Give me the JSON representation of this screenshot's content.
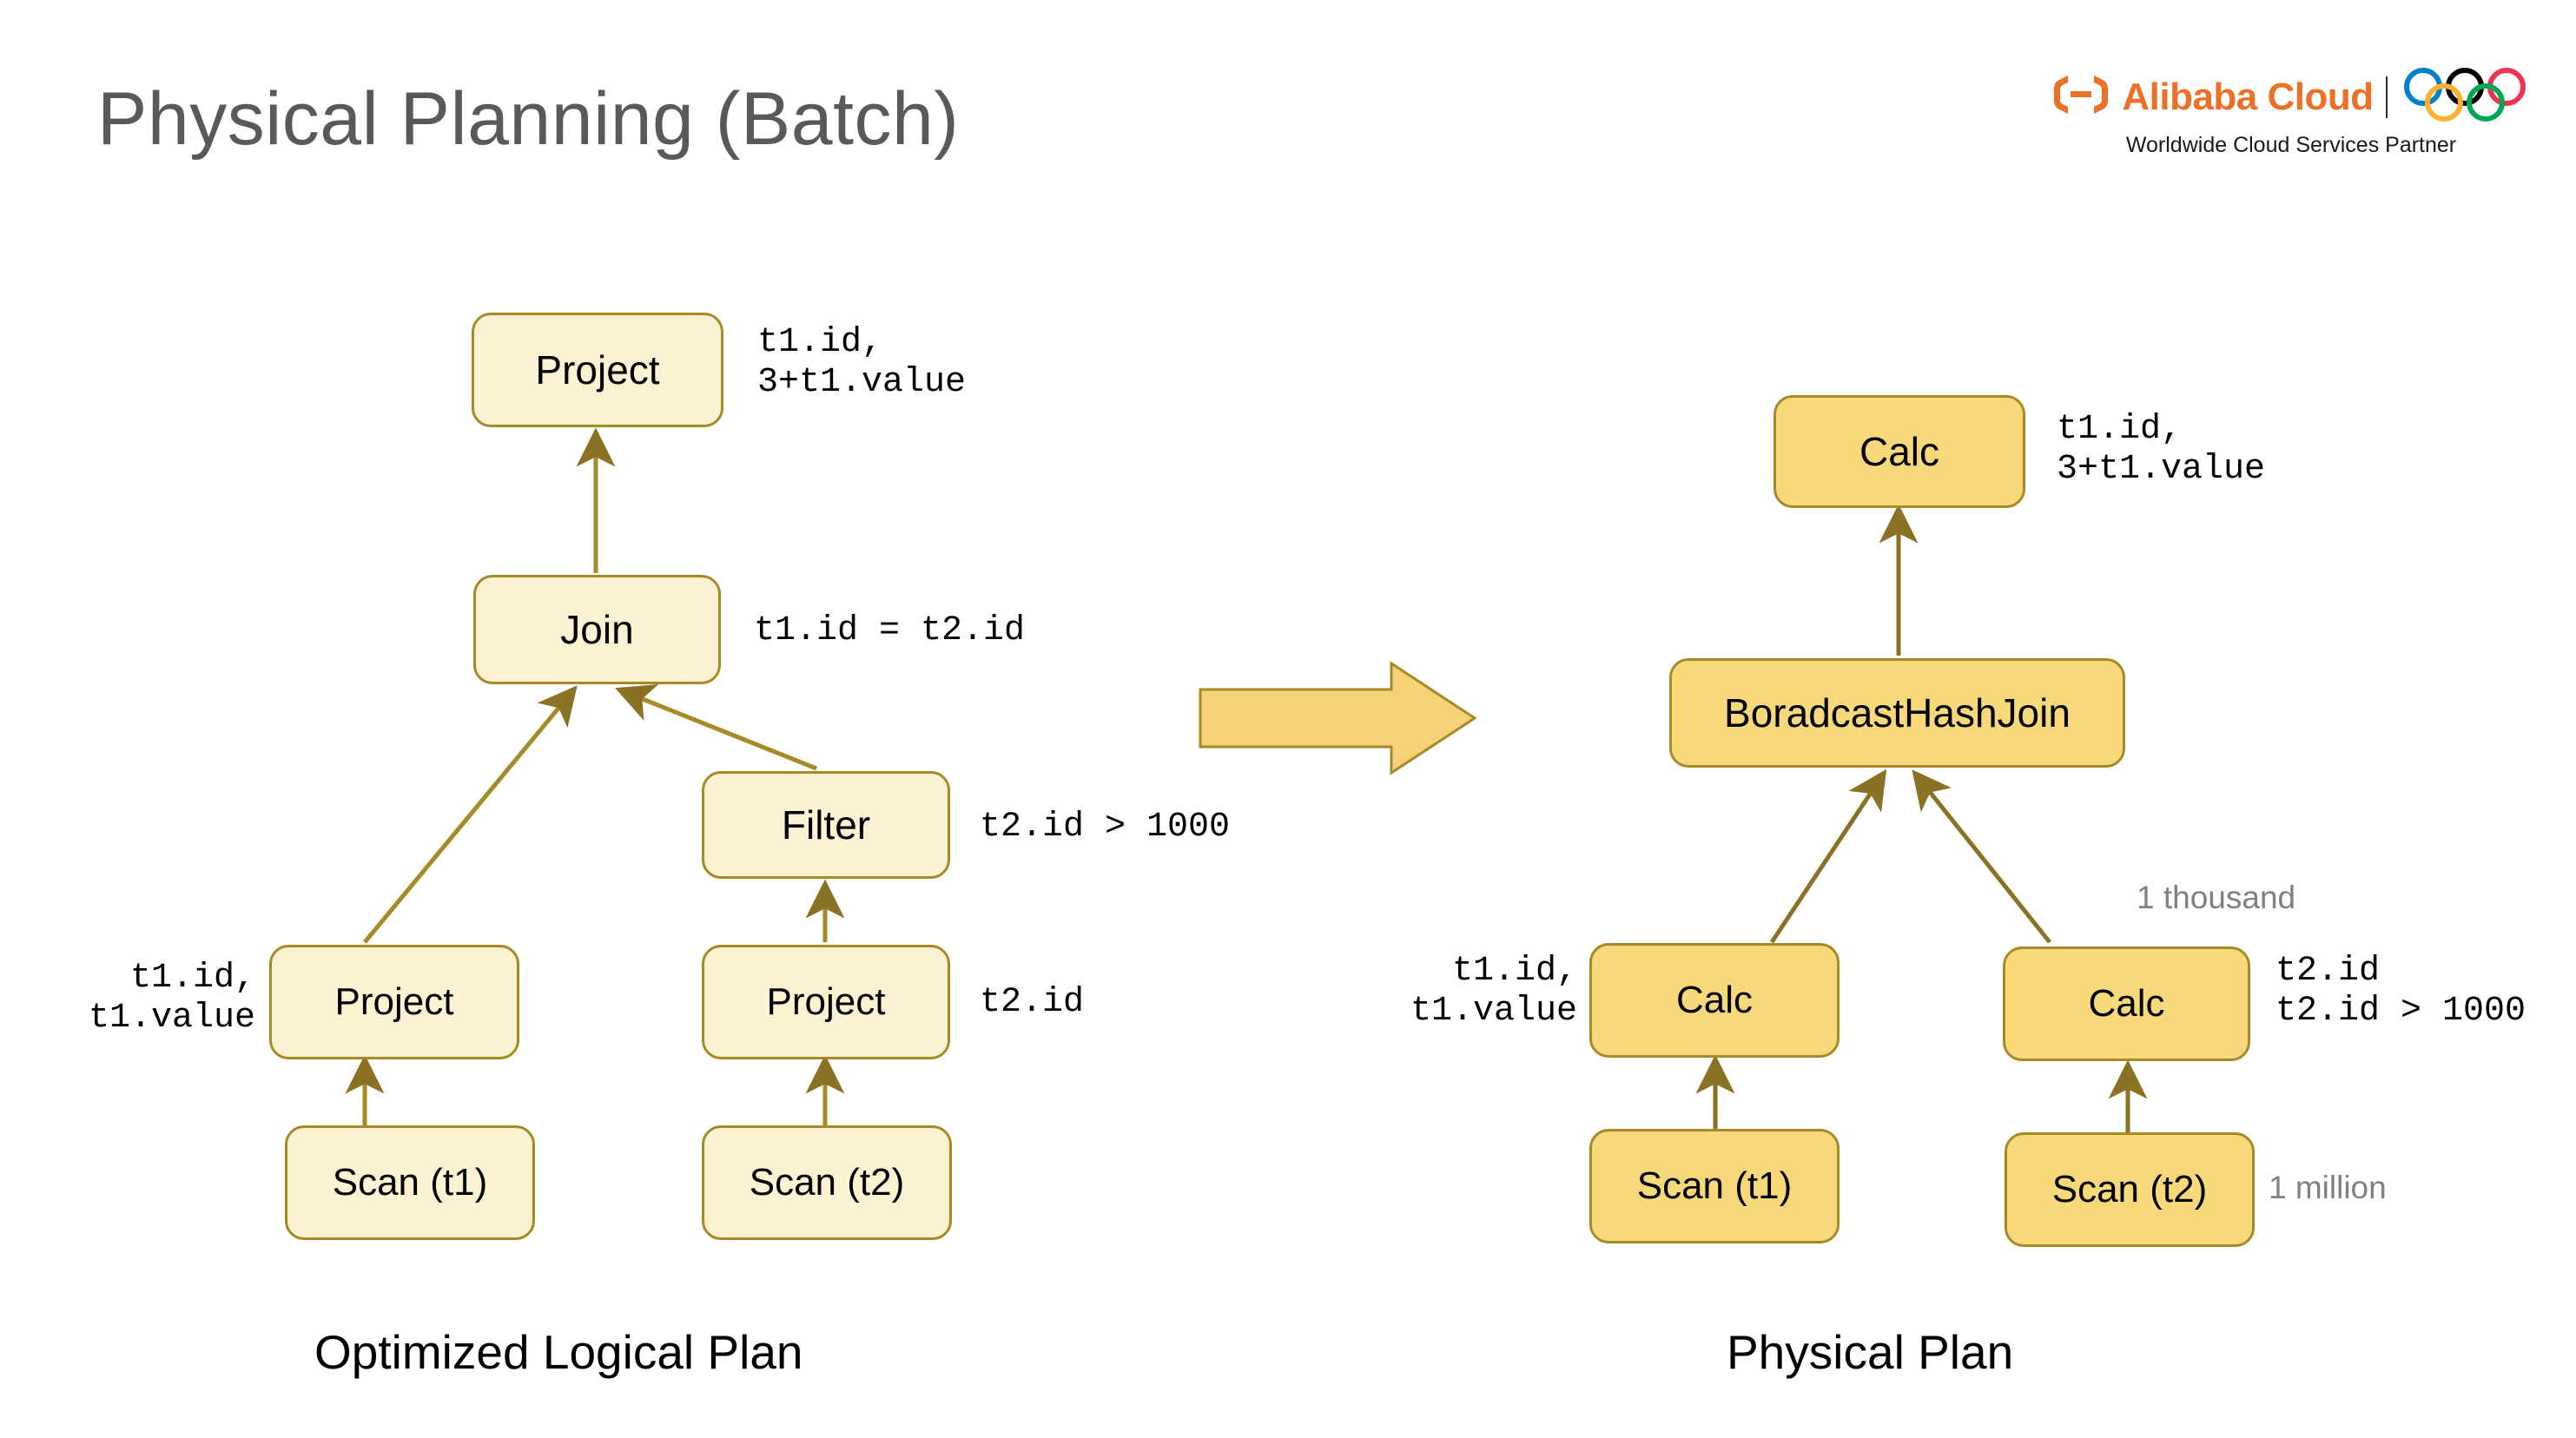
{
  "title": "Physical Planning (Batch)",
  "brand": {
    "wordmark": "Alibaba Cloud",
    "tagline": "Worldwide Cloud Services Partner",
    "accent_color": "#EA7125",
    "ring_colors": [
      "#0081C8",
      "#000000",
      "#EE334E",
      "#FCB131",
      "#00A651"
    ]
  },
  "theme": {
    "logical_node_fill": "#FBF2D3",
    "physical_node_fill": "#F7D97C",
    "node_border": "#A68A26",
    "edge_color": "#8A7123",
    "arrow_fill": "#F5D278",
    "title_color": "#595959",
    "stat_color": "#808080"
  },
  "logical_plan": {
    "caption": "Optimized Logical Plan",
    "nodes": [
      {
        "id": "l-project-top",
        "label": "Project"
      },
      {
        "id": "l-join",
        "label": "Join"
      },
      {
        "id": "l-filter",
        "label": "Filter"
      },
      {
        "id": "l-project-t1",
        "label": "Project"
      },
      {
        "id": "l-project-t2",
        "label": "Project"
      },
      {
        "id": "l-scan-t1",
        "label": "Scan (t1)"
      },
      {
        "id": "l-scan-t2",
        "label": "Scan (t2)"
      }
    ],
    "annotations": {
      "project_top": "t1.id,\n3+t1.value",
      "join": "t1.id = t2.id",
      "filter": "t2.id > 1000",
      "project_t1": "t1.id,\nt1.value",
      "project_t2": "t2.id"
    }
  },
  "physical_plan": {
    "caption": "Physical Plan",
    "nodes": [
      {
        "id": "p-calc-top",
        "label": "Calc"
      },
      {
        "id": "p-join",
        "label": "BoradcastHashJoin"
      },
      {
        "id": "p-calc-t1",
        "label": "Calc"
      },
      {
        "id": "p-calc-t2",
        "label": "Calc"
      },
      {
        "id": "p-scan-t1",
        "label": "Scan (t1)"
      },
      {
        "id": "p-scan-t2",
        "label": "Scan (t2)"
      }
    ],
    "annotations": {
      "calc_top": "t1.id,\n3+t1.value",
      "calc_t1": "t1.id,\nt1.value",
      "calc_t2": "t2.id\nt2.id > 1000"
    },
    "stats": {
      "thousand": "1 thousand",
      "million": "1 million"
    }
  },
  "transform_arrow": {
    "direction": "right"
  }
}
